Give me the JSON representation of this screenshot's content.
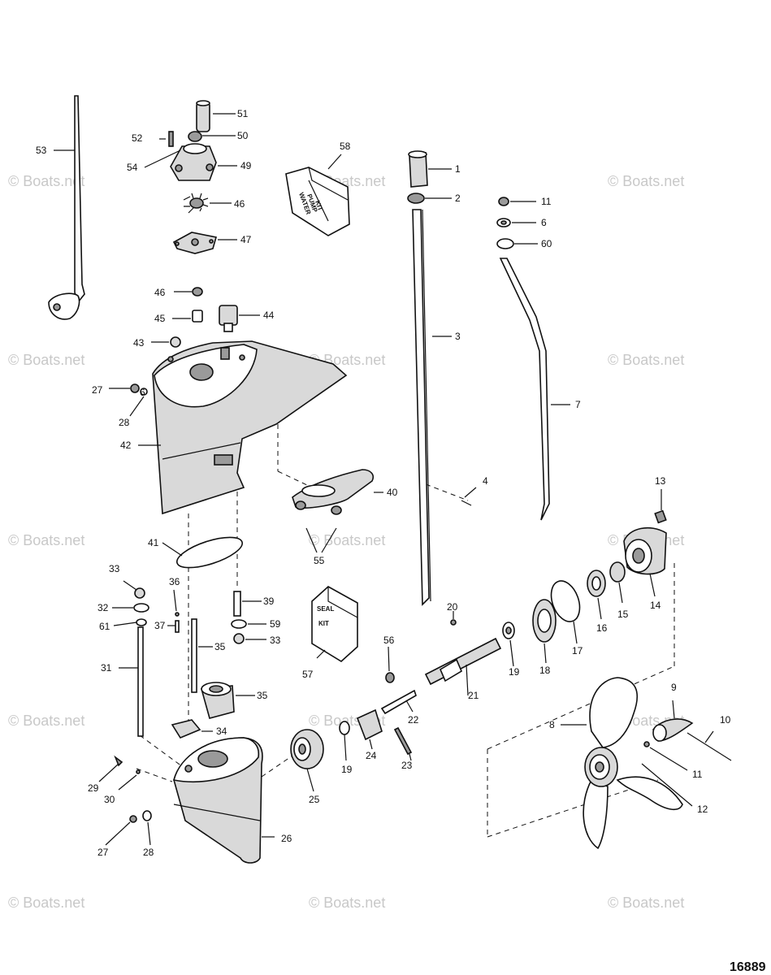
{
  "watermark": "© Boats.net",
  "doc_number": "16889",
  "kits": {
    "water_pump": [
      "WATER",
      "PUMP",
      "KIT"
    ],
    "seal": [
      "SEAL",
      "KIT"
    ]
  },
  "labels": {
    "l1": "1",
    "l2": "2",
    "l3": "3",
    "l4": "4",
    "l6": "6",
    "l7": "7",
    "l8": "8",
    "l9": "9",
    "l10": "10",
    "l11a": "11",
    "l11b": "11",
    "l12": "12",
    "l13": "13",
    "l14": "14",
    "l15": "15",
    "l16": "16",
    "l17": "17",
    "l18": "18",
    "l19a": "19",
    "l19b": "19",
    "l20": "20",
    "l21": "21",
    "l22": "22",
    "l23": "23",
    "l24": "24",
    "l25": "25",
    "l26": "26",
    "l27a": "27",
    "l27b": "27",
    "l28a": "28",
    "l28b": "28",
    "l29": "29",
    "l30": "30",
    "l31": "31",
    "l32": "32",
    "l33a": "33",
    "l33b": "33",
    "l34": "34",
    "l35a": "35",
    "l35b": "35",
    "l36": "36",
    "l37": "37",
    "l39": "39",
    "l40": "40",
    "l41": "41",
    "l42": "42",
    "l43": "43",
    "l44": "44",
    "l45": "45",
    "l46a": "46",
    "l46b": "46",
    "l47": "47",
    "l49": "49",
    "l50": "50",
    "l51": "51",
    "l52": "52",
    "l53": "53",
    "l54": "54",
    "l55": "55",
    "l56": "56",
    "l57": "57",
    "l58": "58",
    "l59": "59",
    "l60": "60",
    "l61": "61"
  }
}
